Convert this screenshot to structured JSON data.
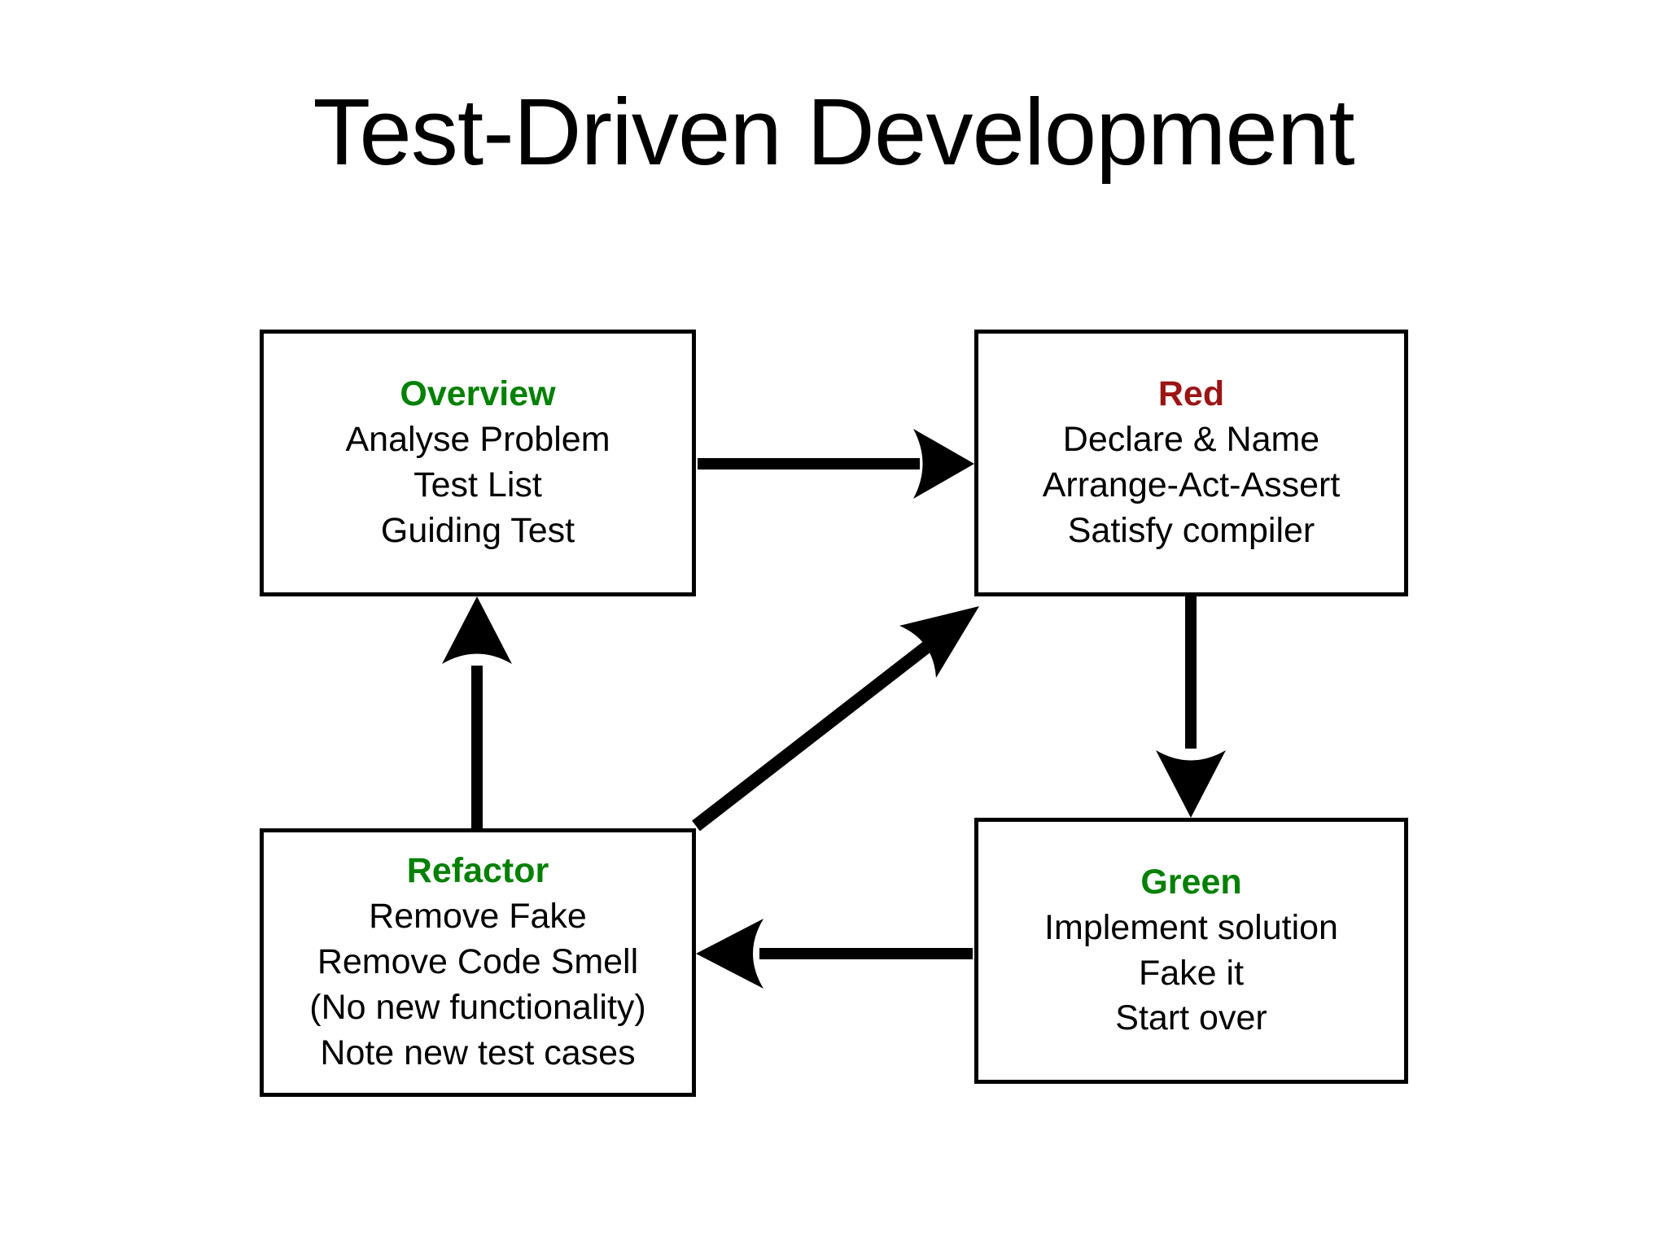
{
  "page": {
    "title": "Test-Driven Development",
    "background_color": "#ffffff",
    "text_color": "#000000"
  },
  "colors": {
    "green": "#008000",
    "red": "#9C1414",
    "stroke": "#000000"
  },
  "nodes": {
    "overview": {
      "heading": "Overview",
      "heading_color": "#008000",
      "lines": [
        "Analyse Problem",
        "Test List",
        "Guiding Test"
      ]
    },
    "red": {
      "heading": "Red",
      "heading_color": "#9C1414",
      "lines": [
        "Declare & Name",
        "Arrange-Act-Assert",
        "Satisfy compiler"
      ]
    },
    "refactor": {
      "heading": "Refactor",
      "heading_color": "#008000",
      "lines": [
        "Remove Fake",
        "Remove Code Smell",
        "(No new functionality)",
        "Note new test cases"
      ]
    },
    "green": {
      "heading": "Green",
      "heading_color": "#008000",
      "lines": [
        "Implement solution",
        "Fake it",
        "Start over"
      ]
    }
  },
  "arrows": [
    {
      "name": "overview-to-red",
      "from": "overview",
      "to": "red",
      "direction": "right",
      "label": ""
    },
    {
      "name": "red-to-green",
      "from": "red",
      "to": "green",
      "direction": "down",
      "label": ""
    },
    {
      "name": "green-to-refactor",
      "from": "green",
      "to": "refactor",
      "direction": "left",
      "label": ""
    },
    {
      "name": "refactor-to-overview",
      "from": "refactor",
      "to": "overview",
      "direction": "up",
      "label": ""
    },
    {
      "name": "refactor-to-red",
      "from": "refactor",
      "to": "red",
      "direction": "diagonal",
      "label": ""
    }
  ]
}
